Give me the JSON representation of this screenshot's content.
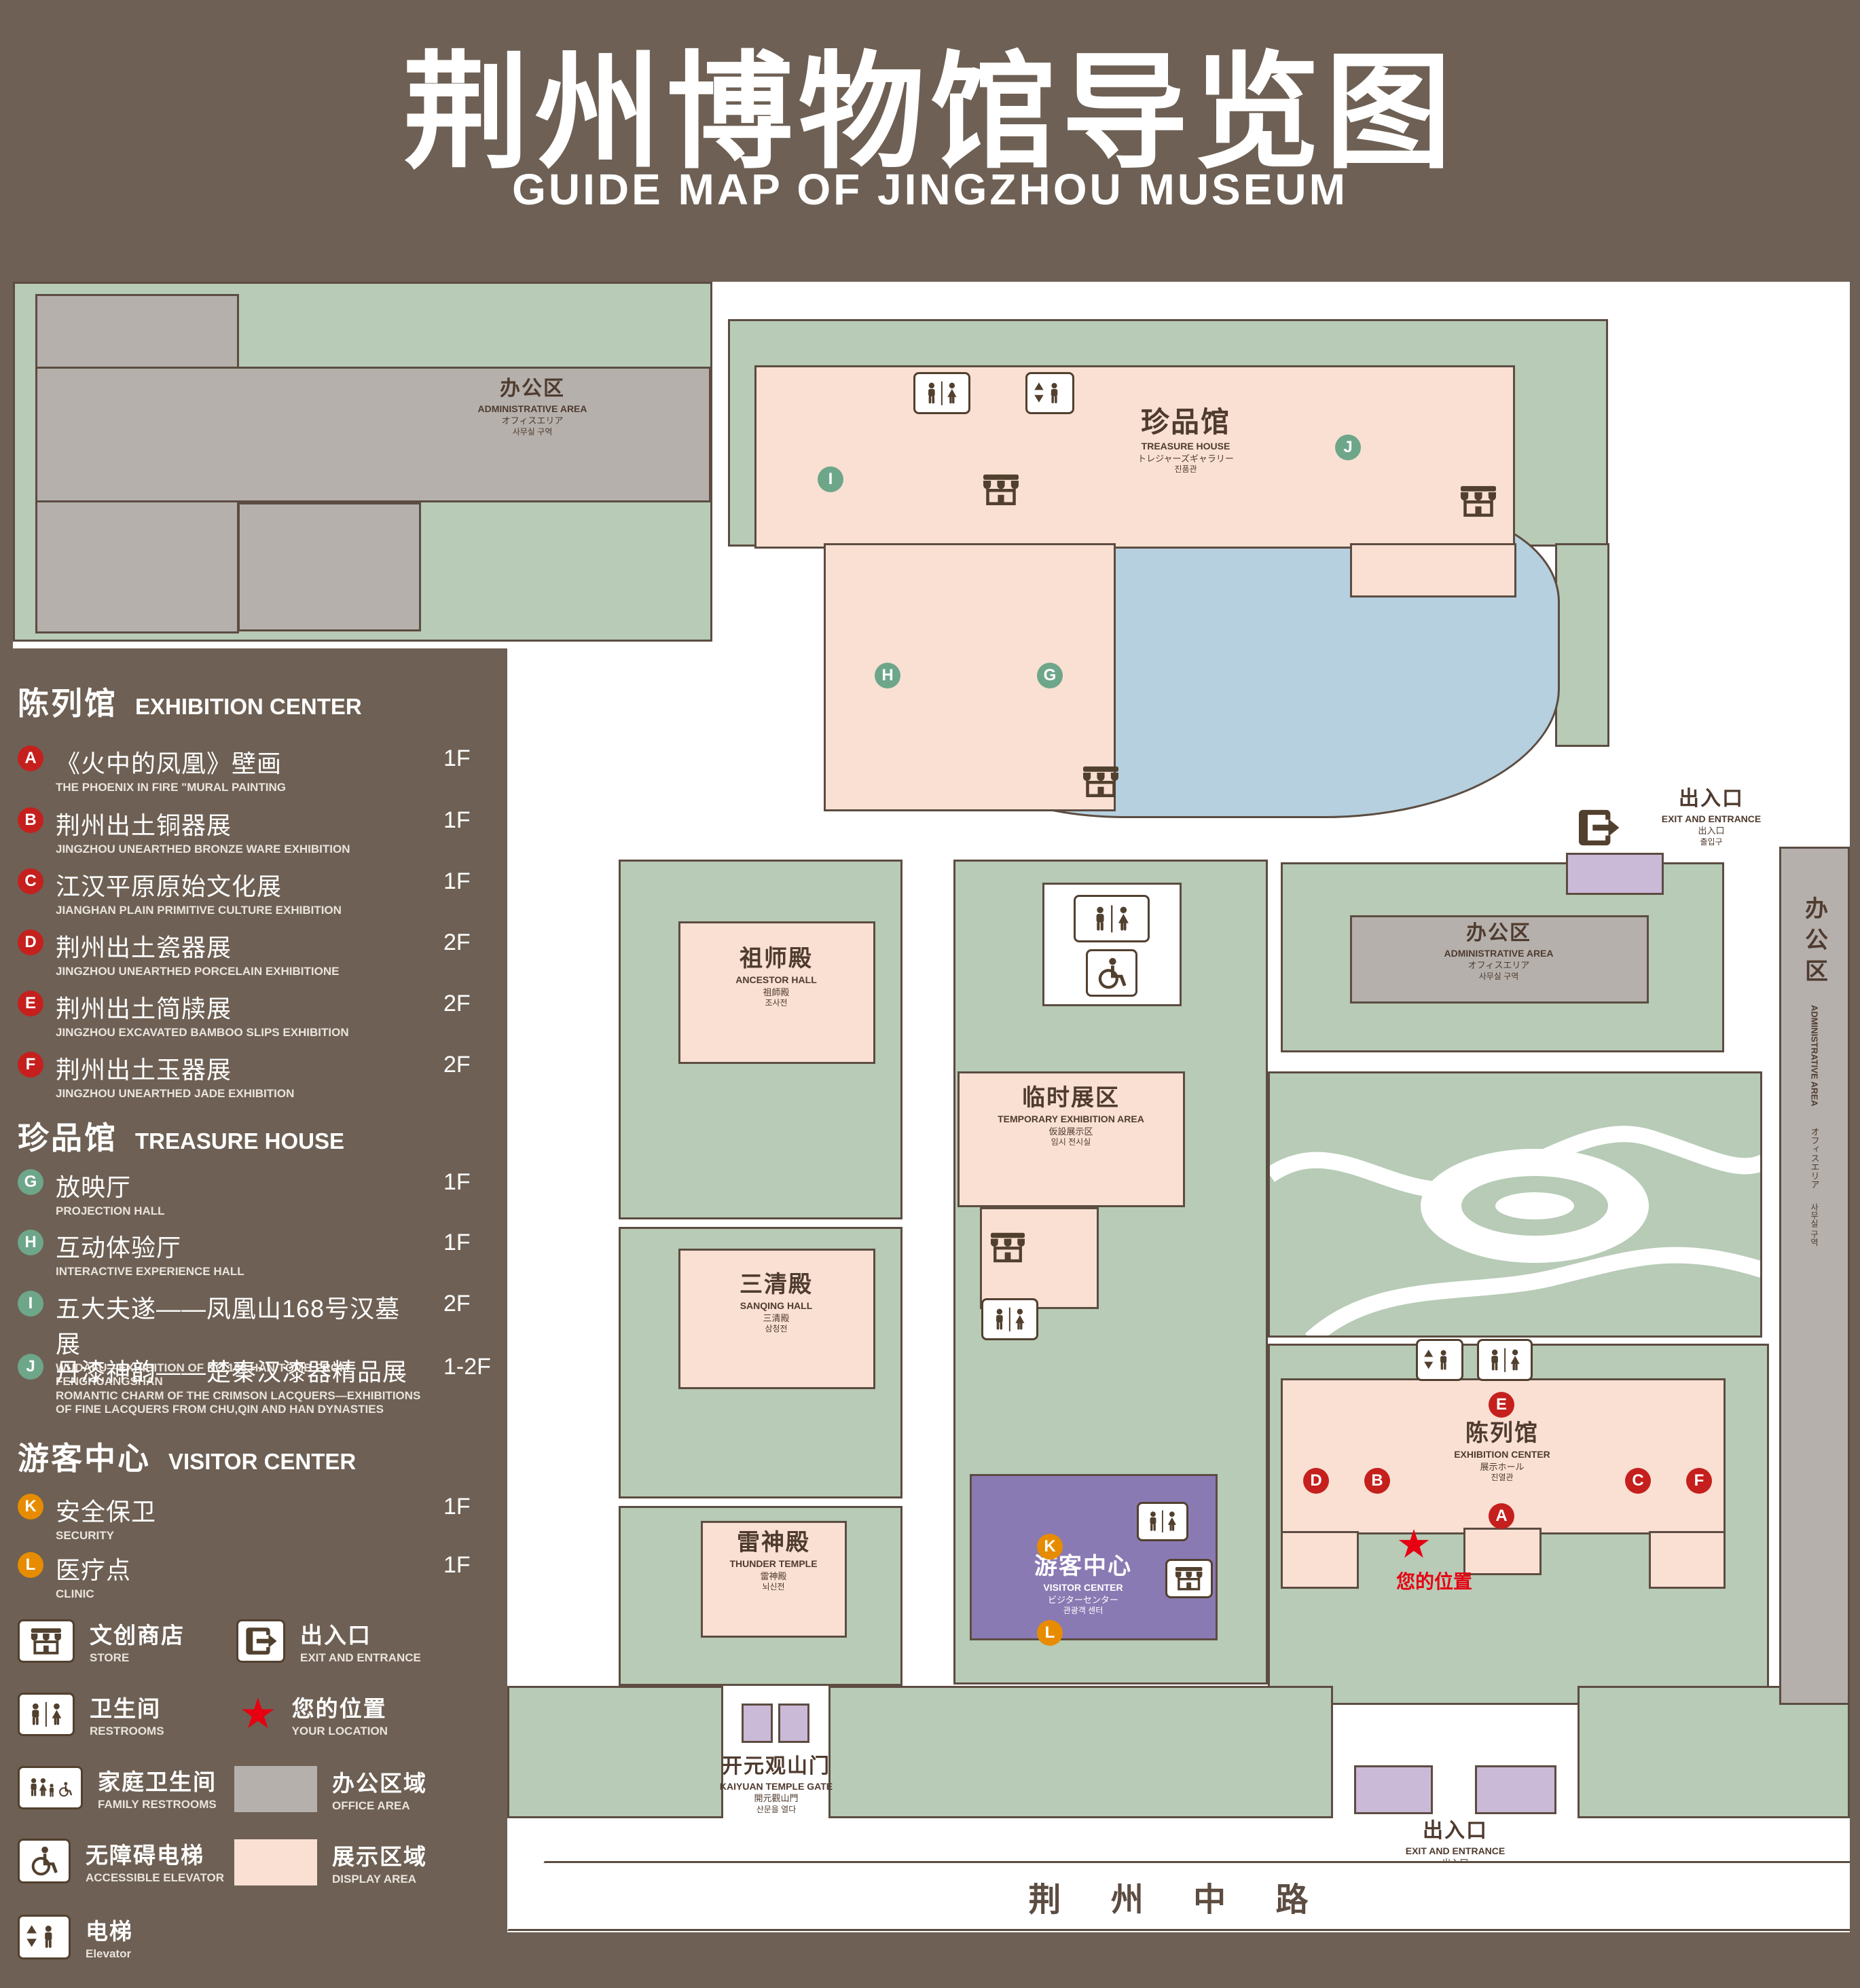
{
  "title": {
    "zh": "荆州博物馆导览图",
    "en": "GUIDE MAP OF JINGZHOU MUSEUM"
  },
  "legend": {
    "sections": [
      {
        "zh": "陈列馆",
        "en": "EXHIBITION CENTER",
        "items": [
          {
            "letter": "A",
            "zh": "《火中的凤凰》壁画",
            "en": "THE PHOENIX IN FIRE \"MURAL PAINTING",
            "floor": "1F"
          },
          {
            "letter": "B",
            "zh": "荆州出土铜器展",
            "en": "JINGZHOU UNEARTHED BRONZE WARE EXHIBITION",
            "floor": "1F"
          },
          {
            "letter": "C",
            "zh": "江汉平原原始文化展",
            "en": "JIANGHAN PLAIN PRIMITIVE CULTURE EXHIBITION",
            "floor": "1F"
          },
          {
            "letter": "D",
            "zh": "荆州出土瓷器展",
            "en": "JINGZHOU UNEARTHED PORCELAIN EXHIBITIONE",
            "floor": "2F"
          },
          {
            "letter": "E",
            "zh": "荆州出土简牍展",
            "en": "JINGZHOU EXCAVATED BAMBOO SLIPS EXHIBITION",
            "floor": "2F"
          },
          {
            "letter": "F",
            "zh": "荆州出土玉器展",
            "en": "JINGZHOU UNEARTHED JADE EXHIBITION",
            "floor": "2F"
          }
        ]
      },
      {
        "zh": "珍品馆",
        "en": "TREASURE HOUSE",
        "items": [
          {
            "letter": "G",
            "zh": "放映厅",
            "en": "PROJECTION HALL",
            "floor": "1F"
          },
          {
            "letter": "H",
            "zh": "互动体验厅",
            "en": "INTERACTIVE EXPERIENCE HALL",
            "floor": "1F"
          },
          {
            "letter": "I",
            "zh": "五大夫遂——凤凰山168号汉墓展",
            "en": "WUDAFU—EXHIBITION OF NO.168 HAN TOMB FROM FENGHUANGSHAN",
            "floor": "2F"
          },
          {
            "letter": "J",
            "zh": "丹漆神韵——楚秦汉漆器精品展",
            "en": "ROMANTIC CHARM OF THE CRIMSON LACQUERS—EXHIBITIONS OF FINE LACQUERS FROM CHU,QIN AND HAN DYNASTIES",
            "floor": "1-2F"
          }
        ]
      },
      {
        "zh": "游客中心",
        "en": "VISITOR CENTER",
        "items": [
          {
            "letter": "K",
            "zh": "安全保卫",
            "en": "SECURITY",
            "floor": "1F"
          },
          {
            "letter": "L",
            "zh": "医疗点",
            "en": "CLINIC",
            "floor": "1F"
          }
        ]
      }
    ],
    "symbols": {
      "store": {
        "zh": "文创商店",
        "en": "STORE"
      },
      "exit": {
        "zh": "出入口",
        "en": "EXIT AND ENTRANCE"
      },
      "restrooms": {
        "zh": "卫生间",
        "en": "RESTROOMS"
      },
      "location": {
        "zh": "您的位置",
        "en": "YOUR LOCATION"
      },
      "family": {
        "zh": "家庭卫生间",
        "en": "FAMILY RESTROOMS"
      },
      "office": {
        "zh": "办公区域",
        "en": "OFFICE AREA"
      },
      "accessible": {
        "zh": "无障碍电梯",
        "en": "ACCESSIBLE ELEVATOR"
      },
      "display": {
        "zh": "展示区域",
        "en": "DISPLAY AREA"
      },
      "elevator": {
        "zh": "电梯",
        "en": "Elevator"
      }
    }
  },
  "map": {
    "admin_tl": {
      "zh": "办公区",
      "en": "ADMINISTRATIVE AREA",
      "ja": "オフィスエリア",
      "ko": "사무실 구역"
    },
    "treasure_house": {
      "zh": "珍品馆",
      "en": "TREASURE HOUSE",
      "ja": "トレジャーズギャラリー",
      "ko": "진품관"
    },
    "exit_right": {
      "zh": "出入口",
      "en": "EXIT AND ENTRANCE",
      "ja": "出入口",
      "ko": "출입구"
    },
    "admin_mid": {
      "zh": "办公区",
      "en": "ADMINISTRATIVE AREA",
      "ja": "オフィスエリア",
      "ko": "사무실 구역"
    },
    "ancestor_hall": {
      "zh": "祖师殿",
      "en": "ANCESTOR HALL",
      "ja": "祖師殿",
      "ko": "조사전"
    },
    "temp_exhibition": {
      "zh": "临时展区",
      "en": "TEMPORARY EXHIBITION AREA",
      "ja": "仮設展示区",
      "ko": "임시 전시실"
    },
    "sanqing_hall": {
      "zh": "三清殿",
      "en": "SANQING HALL",
      "ja": "三清殿",
      "ko": "삼청전"
    },
    "thunder_temple": {
      "zh": "雷神殿",
      "en": "THUNDER TEMPLE",
      "ja": "雷神殿",
      "ko": "뇌신전"
    },
    "visitor_center": {
      "zh": "游客中心",
      "en": "VISITOR CENTER",
      "ja": "ビジターセンター",
      "ko": "관광객 센터"
    },
    "exhibition_center": {
      "zh": "陈列馆",
      "en": "EXHIBITION CENTER",
      "ja": "展示ホール",
      "ko": "진열관"
    },
    "admin_right": {
      "zh": "办公区",
      "en": "ADMINISTRATIVE AREA",
      "ja": "オフィスエリア",
      "ko": "사무실 구역"
    },
    "kaiyuan_gate": {
      "zh": "开元观山门",
      "en": "KAIYUAN TEMPLE GATE",
      "ja": "開元觀山門",
      "ko": "산문을 열다"
    },
    "exit_bottom": {
      "zh": "出入口",
      "en": "EXIT AND ENTRANCE",
      "ja": "出入口",
      "ko": "출입구"
    },
    "your_location": "您的位置",
    "road": "荆 州 中 路",
    "markers": {
      "a": "A",
      "b": "B",
      "c": "C",
      "d": "D",
      "e": "E",
      "f": "F",
      "g": "G",
      "h": "H",
      "i": "I",
      "j": "J",
      "k": "K",
      "l": "L"
    }
  },
  "colors": {
    "background": "#6e6054",
    "lawn": "#b7cbb6",
    "display_area": "#f9e0d3",
    "office_area": "#b5b0ac",
    "visitor_center": "#8a7ab3",
    "entrance": "#cbb9d8",
    "pond": "#b6d0df",
    "outline": "#5c4c41",
    "marker_red": "#c5201d",
    "marker_green": "#6ea68a",
    "marker_orange": "#e78c00",
    "location_red": "#e60012"
  }
}
